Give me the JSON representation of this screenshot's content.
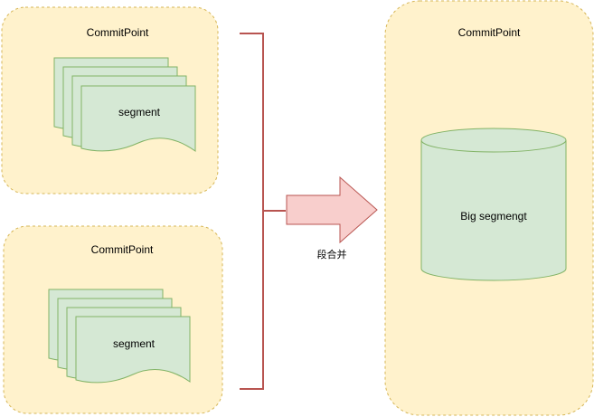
{
  "colors": {
    "container_fill": "#fff2cc",
    "container_stroke": "#d6b656",
    "segment_fill": "#d5e8d4",
    "segment_stroke": "#82b366",
    "bracket_stroke": "#b85450",
    "arrow_fill": "#f8cecc",
    "arrow_stroke": "#b85450"
  },
  "top_group": {
    "title": "CommitPoint",
    "segment_label": "segment"
  },
  "bottom_group": {
    "title": "CommitPoint",
    "segment_label": "segment"
  },
  "merge": {
    "label": "段合并"
  },
  "result_group": {
    "title": "CommitPoint",
    "big_segment_label": "Big segmengt"
  }
}
